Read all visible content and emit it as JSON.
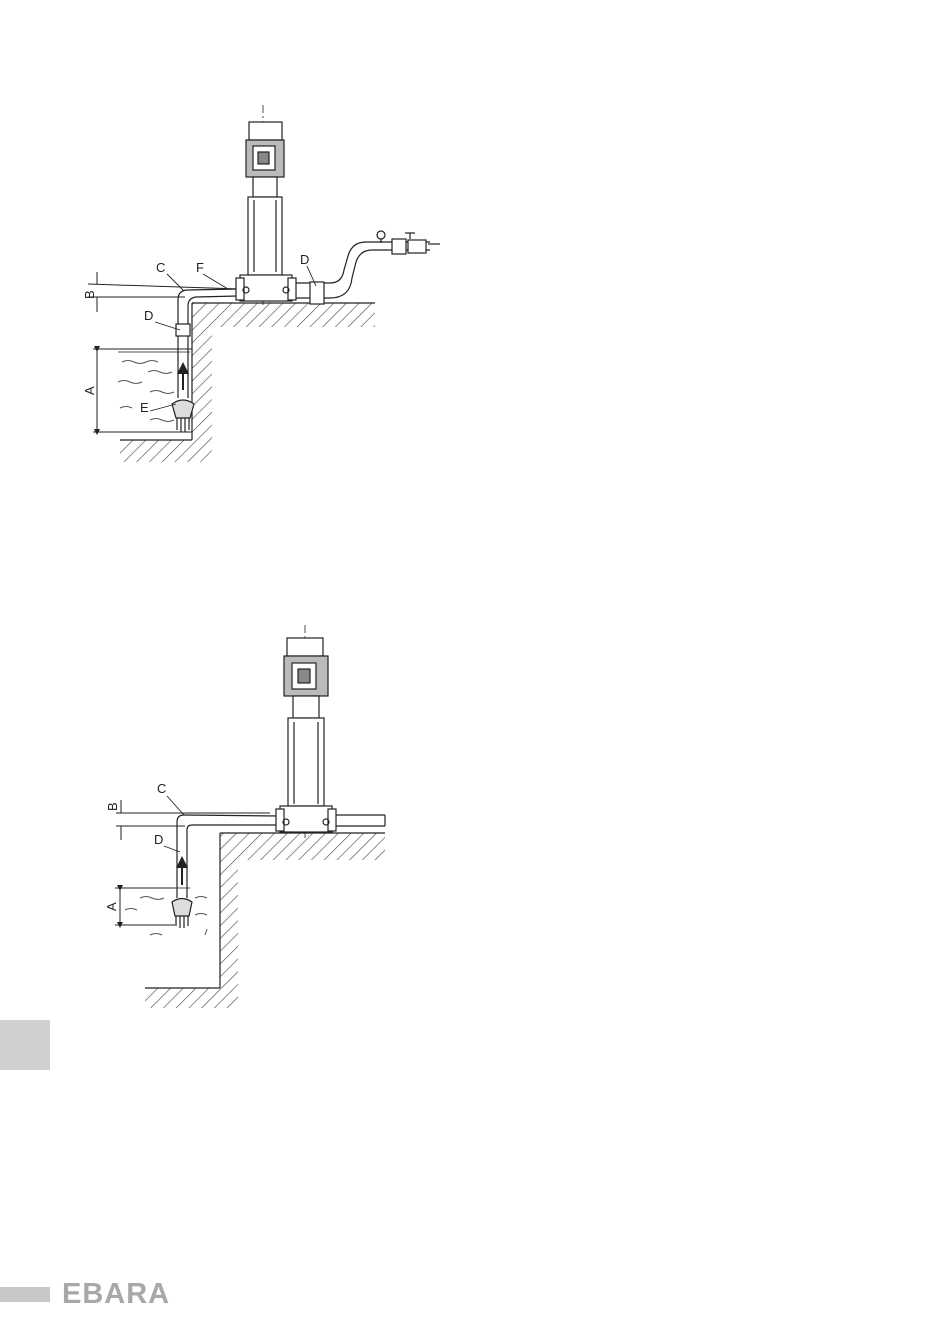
{
  "figure1": {
    "labels": {
      "a": "A",
      "b": "B",
      "c": "C",
      "d1": "D",
      "d2": "D",
      "e": "E",
      "f": "F"
    }
  },
  "figure2": {
    "labels": {
      "a": "A",
      "b": "B",
      "c": "C",
      "d": "D"
    }
  },
  "side_tab": {
    "color": "#d0d0d0"
  },
  "footer": {
    "brand": "EBARA",
    "brand_color": "#a8a8a8"
  }
}
